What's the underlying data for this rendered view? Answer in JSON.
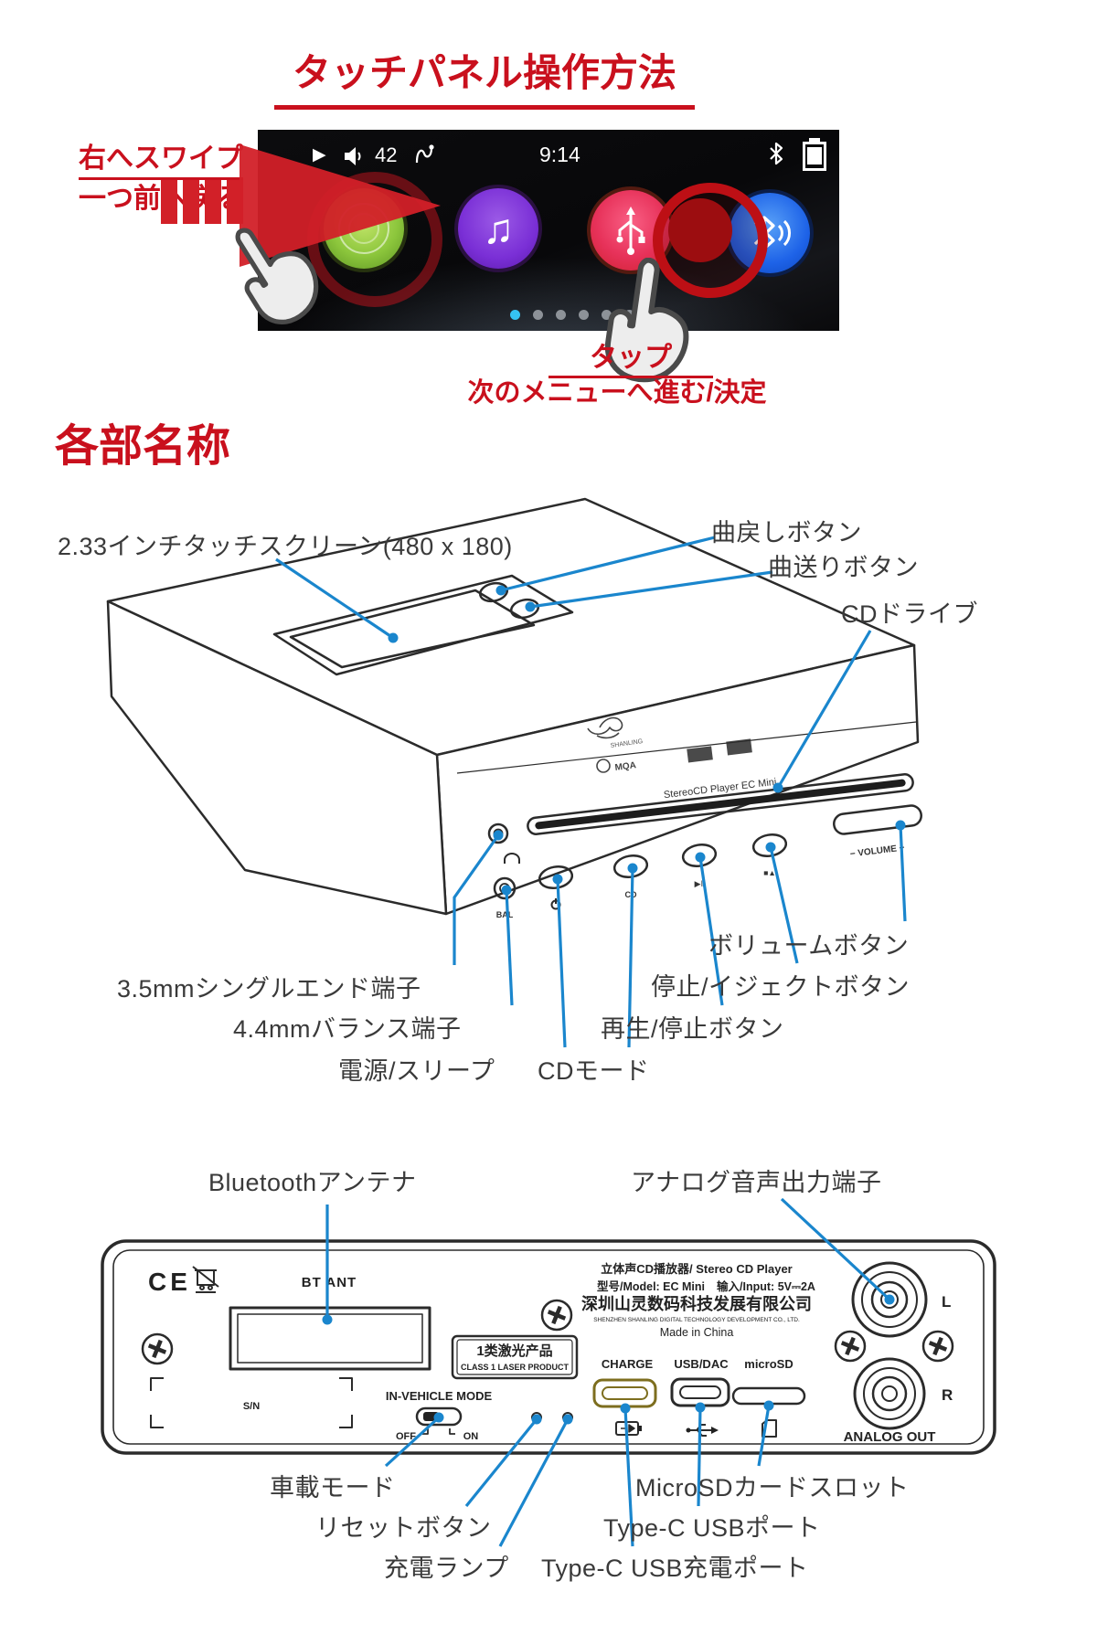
{
  "colors": {
    "accent_red": "#c9101d",
    "leader_blue": "#1a86cd",
    "label_gray": "#3a3a3a"
  },
  "tutorial": {
    "title": "タッチパネル操作方法",
    "swipe_line1": "右へスワイプ",
    "swipe_line2": "一つ前へ戻る",
    "tap_line1": "タップ",
    "tap_line2": "次のメニューへ進む/決定",
    "screen": {
      "volume": "42",
      "time": "9:14",
      "music_note": "♫",
      "play_glyph": "▶"
    }
  },
  "parts_heading": "各部名称",
  "front_labels": {
    "touchscreen": "2.33インチタッチスクリーン(480 x 180)",
    "track_back": "曲戻しボタン",
    "track_forward": "曲送りボタン",
    "cd_drive": "CDドライブ",
    "volume": "ボリュームボタン",
    "stop_eject": "停止/イジェクトボタン",
    "play_pause": "再生/停止ボタン",
    "jack_35": "3.5mmシングルエンド端子",
    "jack_44": "4.4mmバランス端子",
    "power": "電源/スリープ",
    "cd_mode": "CDモード"
  },
  "rear_labels": {
    "bt_antenna": "Bluetoothアンテナ",
    "analog_out": "アナログ音声出力端子",
    "vehicle_mode": "車載モード",
    "reset": "リセットボタン",
    "charge_lamp": "充電ランプ",
    "microsd": "MicroSDカードスロット",
    "usb_port": "Type-C USBポート",
    "usb_charge_port": "Type-C USB充電ポート"
  },
  "device_front": {
    "model_line": "StereoCD Player EC Mini",
    "bal": "BAL",
    "cd": "CD",
    "play": "▶‖",
    "stop": "■▲",
    "volume": "−  VOLUME  +",
    "brand": "SHANLING",
    "mqa": "MQA"
  },
  "device_rear": {
    "ce": "CE",
    "bt_ant": "BT ANT",
    "sn": "S/N",
    "laser_cn": "1类激光产品",
    "laser_en": "CLASS 1 LASER PRODUCT",
    "in_vehicle": "IN-VEHICLE MODE",
    "off": "OFF",
    "on": "ON",
    "charge": "CHARGE",
    "usb_dac": "USB/DAC",
    "microsd": "microSD",
    "analog_out": "ANALOG OUT",
    "left": "L",
    "right": "R",
    "spec_line1": "立体声CD播放器/ Stereo CD Player",
    "spec_model": "型号/Model: EC Mini",
    "spec_input": "输入/Input: 5V⎓2A",
    "spec_company": "深圳山灵数码科技发展有限公司",
    "spec_company_en": "SHENZHEN SHANLING DIGITAL TECHNOLOGY DEVELOPMENT CO., LTD.",
    "made_in": "Made in China"
  }
}
